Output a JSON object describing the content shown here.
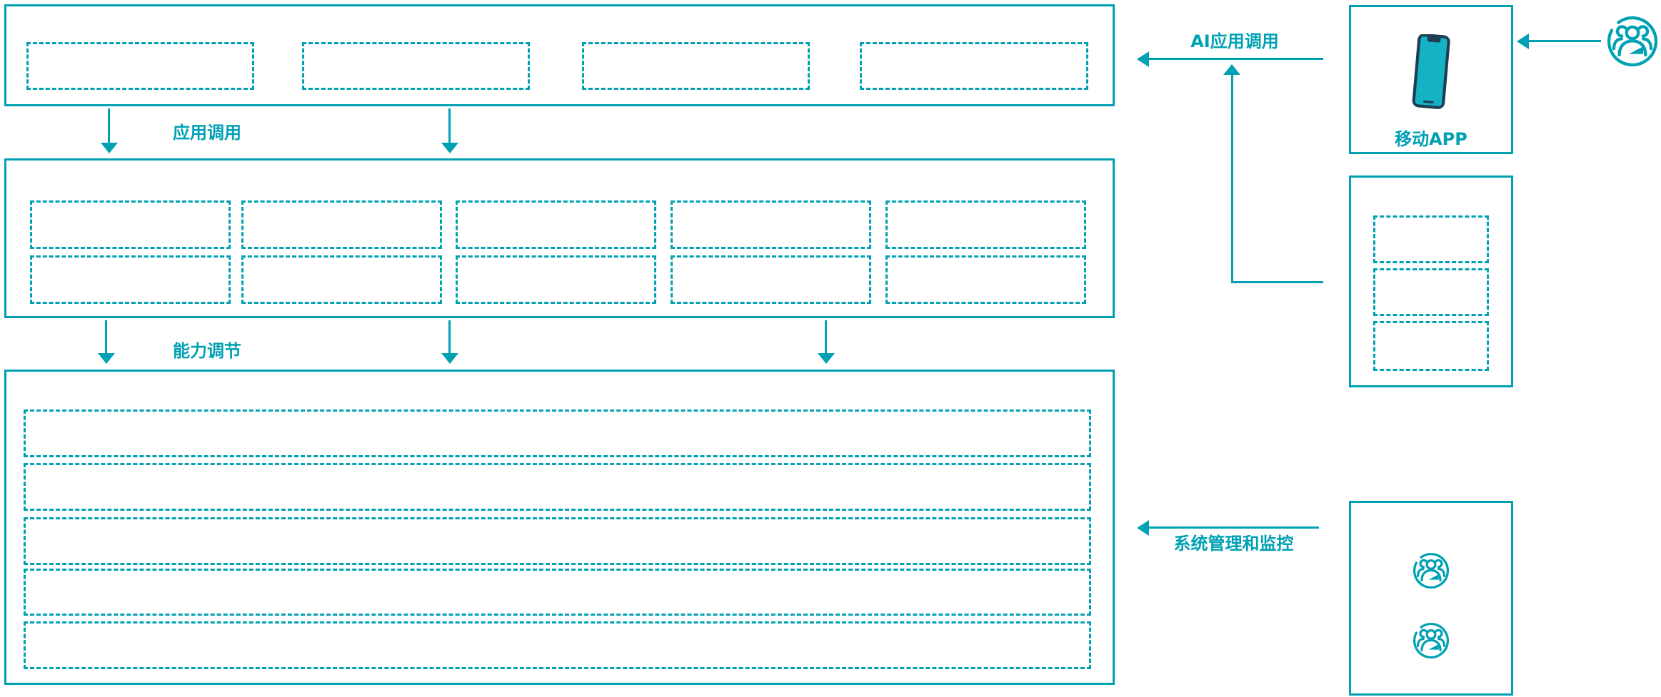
{
  "colors": {
    "accent": "#00a1b3",
    "dark_navy": "#1e3c52",
    "phone_screen": "#13b3c4"
  },
  "labels": {
    "app_call": "应用调用",
    "capability_adjust": "能力调节",
    "ai_app_call": "AI应用调用",
    "system_monitor": "系统管理和监控",
    "mobile_app": "移动APP"
  },
  "structure": {
    "top_layer": {
      "placeholder_count": 4
    },
    "middle_layer": {
      "rows": 2,
      "columns": 5
    },
    "bottom_layer": {
      "row_count": 5
    },
    "sdk_box": {
      "placeholder_count": 3
    },
    "monitor_box": {
      "user_icon_count": 2
    }
  }
}
